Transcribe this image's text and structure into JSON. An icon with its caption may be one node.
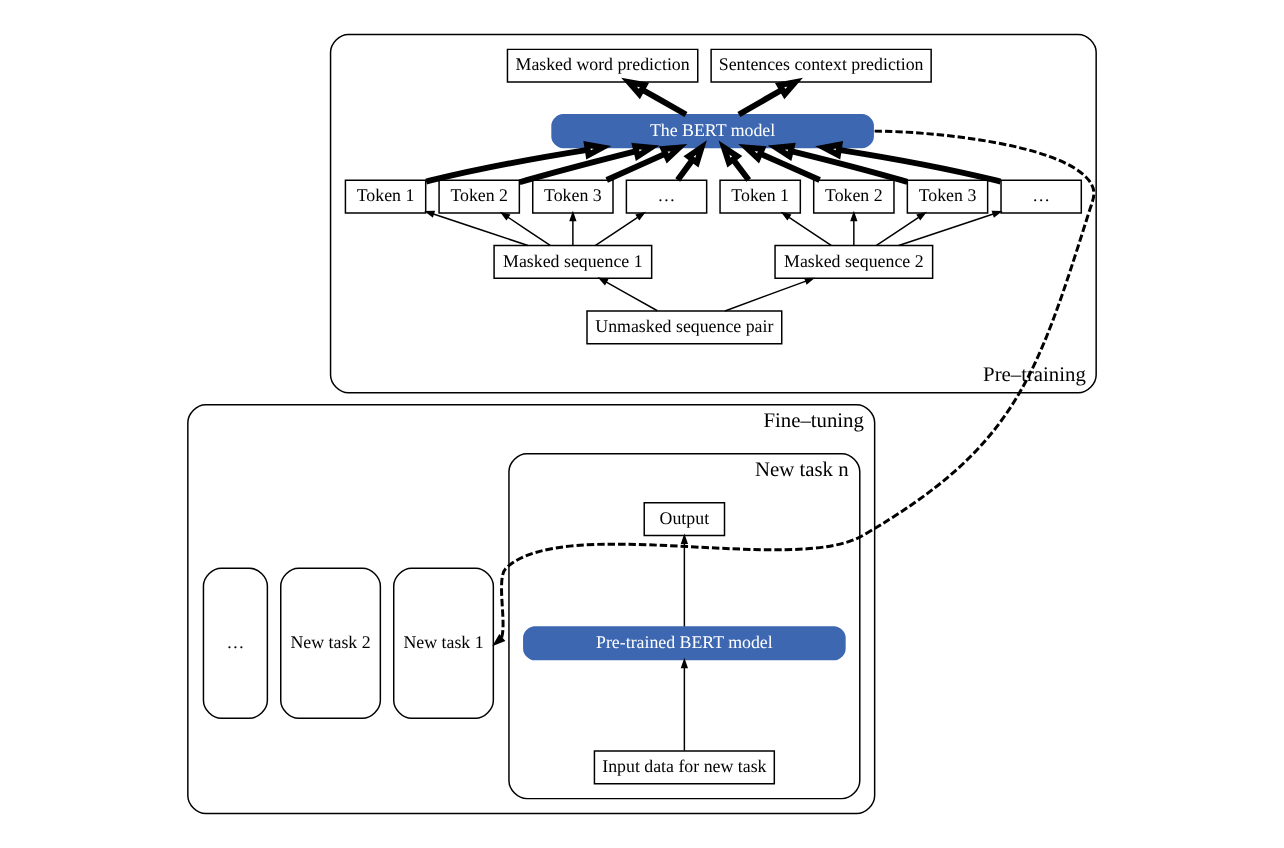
{
  "diagram": {
    "nodes": [
      {
        "text": [
          "Pre–training"
        ]
      },
      {
        "text": [
          "Masked word prediction"
        ],
        "in": 0
      },
      {
        "text": [
          "Sentences context prediction"
        ],
        "in": 0
      },
      {
        "text": [
          "The BERT model"
        ],
        "in": 0
      },
      {
        "text": [
          "Token 1"
        ],
        "in": 0
      },
      {
        "text": [
          "Token 2"
        ],
        "in": 0
      },
      {
        "text": [
          "Token 3"
        ],
        "in": 0
      },
      {
        "text": [
          "…"
        ],
        "in": 0
      },
      {
        "text": [
          "Token 1"
        ],
        "in": 0
      },
      {
        "text": [
          "Token 2"
        ],
        "in": 0
      },
      {
        "text": [
          "Token 3"
        ],
        "in": 0
      },
      {
        "text": [
          "…"
        ],
        "in": 0
      },
      {
        "text": [
          "Masked sequence 1"
        ],
        "in": 0
      },
      {
        "text": [
          "Masked sequence 2"
        ],
        "in": 0
      },
      {
        "text": [
          "Unmasked sequence pair"
        ],
        "in": 0
      },
      {
        "text": [
          "Fine–tuning"
        ]
      },
      {
        "text": [
          "New task n"
        ],
        "in": 15
      },
      {
        "text": [
          "Output"
        ],
        "in": 16
      },
      {
        "text": [
          "Pre-trained BERT model"
        ],
        "in": 16
      },
      {
        "text": [
          "Input data for new task"
        ],
        "in": 16
      },
      {
        "text": [
          "…"
        ],
        "in": 15
      },
      {
        "text": [
          "New task 2"
        ],
        "in": 15
      },
      {
        "text": [
          "New task 1"
        ],
        "in": 15
      }
    ],
    "edges": [
      {
        "from": 3,
        "to": 1,
        "arrow": "to",
        "style": "thick"
      },
      {
        "from": 3,
        "to": 2,
        "arrow": "to",
        "style": "thick"
      },
      {
        "from": 4,
        "to": 3,
        "arrow": "to",
        "style": "thick"
      },
      {
        "from": 5,
        "to": 3,
        "arrow": "to",
        "style": "thick"
      },
      {
        "from": 6,
        "to": 3,
        "arrow": "to",
        "style": "thick"
      },
      {
        "from": 7,
        "to": 3,
        "arrow": "to",
        "style": "thick"
      },
      {
        "from": 8,
        "to": 3,
        "arrow": "to",
        "style": "thick"
      },
      {
        "from": 9,
        "to": 3,
        "arrow": "to",
        "style": "thick"
      },
      {
        "from": 10,
        "to": 3,
        "arrow": "to",
        "style": "thick"
      },
      {
        "from": 11,
        "to": 3,
        "arrow": "to",
        "style": "thick"
      },
      {
        "from": 12,
        "to": 4,
        "arrow": "to"
      },
      {
        "from": 12,
        "to": 5,
        "arrow": "to"
      },
      {
        "from": 12,
        "to": 6,
        "arrow": "to"
      },
      {
        "from": 12,
        "to": 7,
        "arrow": "to"
      },
      {
        "from": 13,
        "to": 8,
        "arrow": "to"
      },
      {
        "from": 13,
        "to": 9,
        "arrow": "to"
      },
      {
        "from": 13,
        "to": 10,
        "arrow": "to"
      },
      {
        "from": 13,
        "to": 11,
        "arrow": "to"
      },
      {
        "from": 14,
        "to": 12,
        "arrow": "to"
      },
      {
        "from": 14,
        "to": 13,
        "arrow": "to"
      },
      {
        "from": 19,
        "to": 18,
        "arrow": "to"
      },
      {
        "from": 18,
        "to": 17,
        "arrow": "to"
      },
      {
        "from": 3,
        "to": 22,
        "arrow": "to",
        "style": "dashed"
      }
    ]
  }
}
